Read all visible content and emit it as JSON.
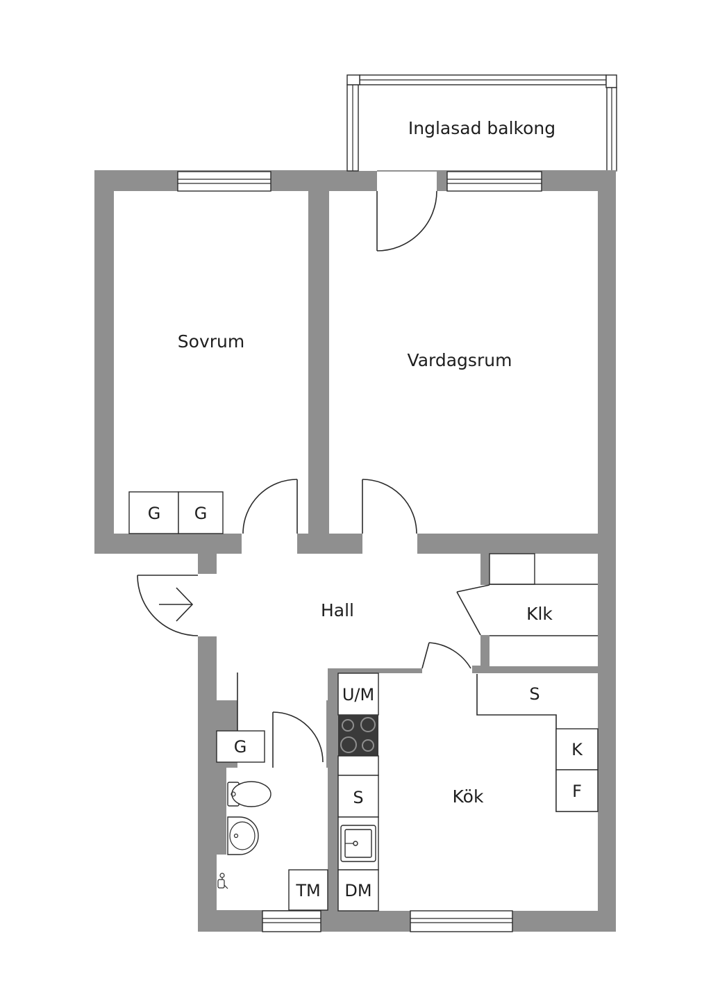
{
  "rooms": {
    "balcony": "Inglasad balkong",
    "bedroom": "Sovrum",
    "living_room": "Vardagsrum",
    "hall": "Hall",
    "kitchen": "Kök",
    "closet": "Klk"
  },
  "fixtures": {
    "wardrobe": "G",
    "washer_dryer": "U/M",
    "storage": "S",
    "fridge": "K",
    "freezer": "F",
    "dishwasher": "DM",
    "tumble_dryer": "TM"
  },
  "colors": {
    "wall": "#8f8f8f",
    "line": "#2a2a2a",
    "background": "#ffffff",
    "stove": "#3a3a3a"
  }
}
